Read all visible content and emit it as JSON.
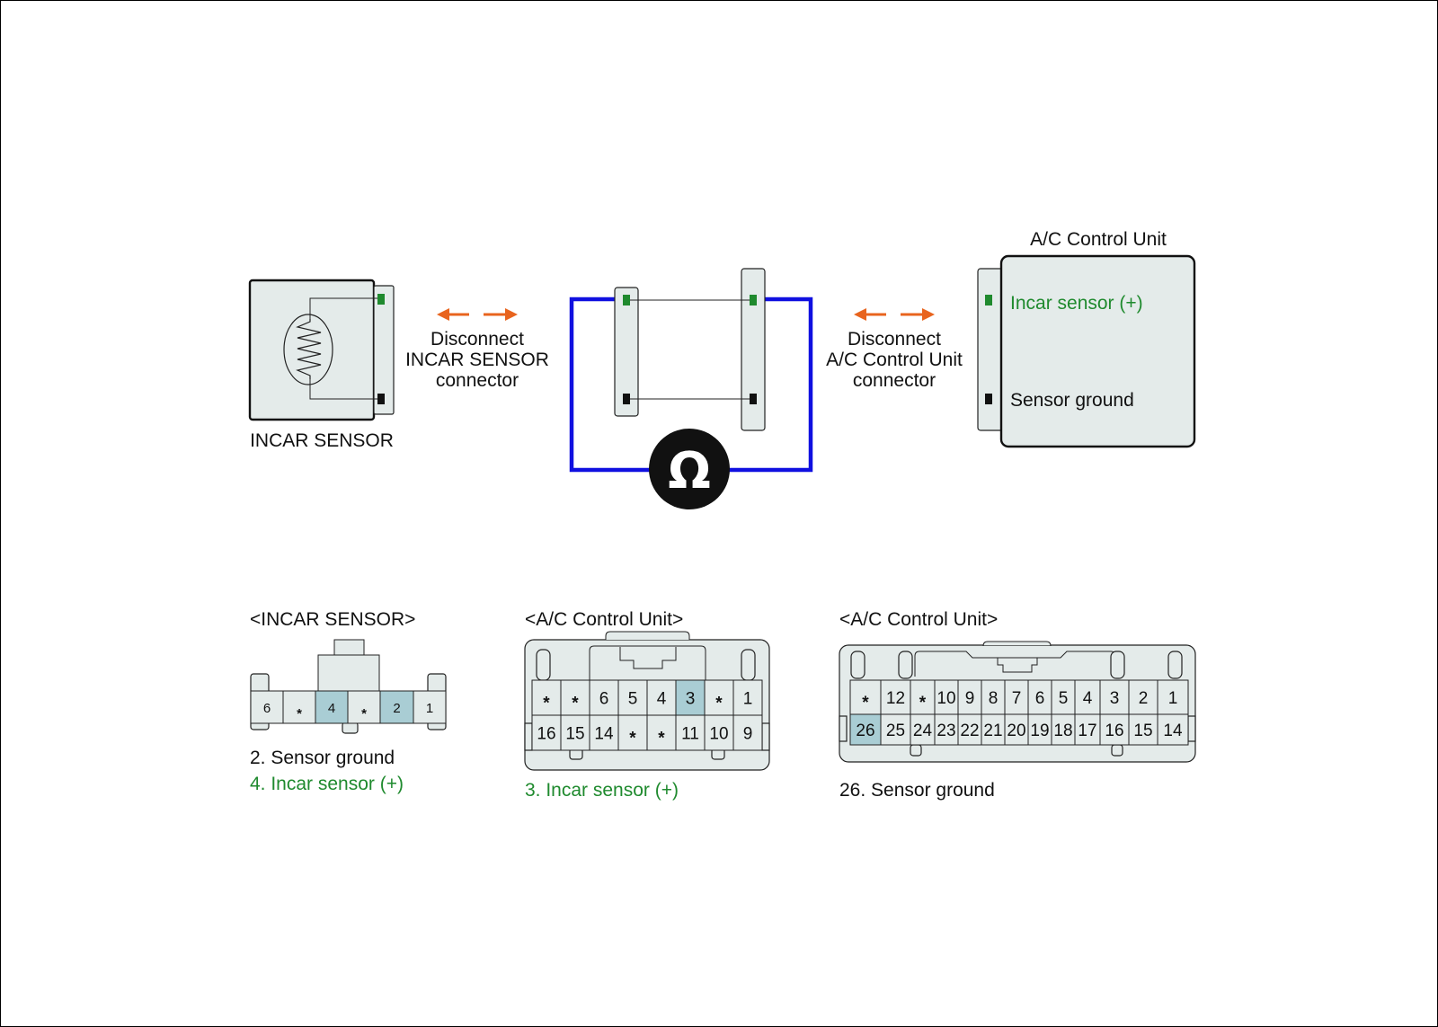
{
  "colors": {
    "accent_green": "#1f8a2e",
    "meter_wire_blue": "#1010e0",
    "arrow_orange": "#e8641e",
    "highlight_pin": "#a9cdd4",
    "connector_fill": "#e4ebea"
  },
  "icons": {
    "meter": "ohm-symbol",
    "disconnect": "double-arrow"
  },
  "top": {
    "incar_sensor_label": "INCAR SENSOR",
    "disconnect_left": [
      "Disconnect",
      "INCAR SENSOR",
      "connector"
    ],
    "disconnect_right": [
      "Disconnect",
      "A/C Control Unit",
      "connector"
    ],
    "acu_title": "A/C Control Unit",
    "acu_pin_plus": "Incar sensor (+)",
    "acu_pin_ground": "Sensor ground",
    "ohm": "Ω"
  },
  "connectors": {
    "incar": {
      "title": "<INCAR SENSOR>",
      "pins": [
        "6",
        "*",
        "4",
        "*",
        "2",
        "1"
      ],
      "highlighted": [
        "4",
        "2"
      ],
      "notes": [
        "2. Sensor ground",
        "4. Incar sensor (+)"
      ]
    },
    "acu1": {
      "title": "<A/C Control Unit>",
      "row1": [
        "*",
        "*",
        "6",
        "5",
        "4",
        "3",
        "*",
        "1"
      ],
      "row2": [
        "16",
        "15",
        "14",
        "*",
        "*",
        "11",
        "10",
        "9"
      ],
      "highlighted": [
        "3"
      ],
      "note": "3. Incar sensor (+)"
    },
    "acu2": {
      "title": "<A/C Control Unit>",
      "row1": [
        "*",
        "12",
        "*",
        "10",
        "9",
        "8",
        "7",
        "6",
        "5",
        "4",
        "3",
        "2",
        "1"
      ],
      "row2": [
        "26",
        "25",
        "24",
        "23",
        "22",
        "21",
        "20",
        "19",
        "18",
        "17",
        "16",
        "15",
        "14"
      ],
      "highlighted": [
        "26"
      ],
      "note": "26. Sensor ground"
    }
  }
}
